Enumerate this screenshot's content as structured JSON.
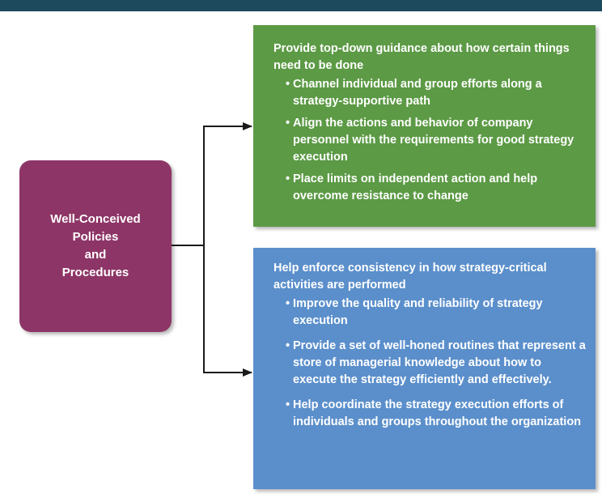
{
  "source_box": {
    "lines": [
      "Well-Conceived",
      "Policies",
      "and",
      "Procedures"
    ]
  },
  "boxes": [
    {
      "heading": "Provide top-down guidance about how certain things need to be done",
      "bullets": [
        "Channel individual and group efforts along a strategy-supportive path",
        "Align the actions and behavior of company personnel with the requirements for good strategy execution",
        "Place limits on independent action and help overcome resistance to change"
      ],
      "color": "#5c9a45"
    },
    {
      "heading": "Help enforce consistency in how strategy-critical activities are performed",
      "bullets": [
        "Improve the quality and reliability of strategy execution",
        "Provide a set of well-honed routines that represent a store of managerial knowledge about how to execute the strategy efficiently and effectively.",
        "Help coordinate the strategy execution efforts of individuals and groups throughout the organization"
      ],
      "color": "#5b8fcb"
    }
  ],
  "colors": {
    "top_bar": "#1d4a5c",
    "source_box": "#8e3567",
    "connector": "#1a1a1a"
  }
}
